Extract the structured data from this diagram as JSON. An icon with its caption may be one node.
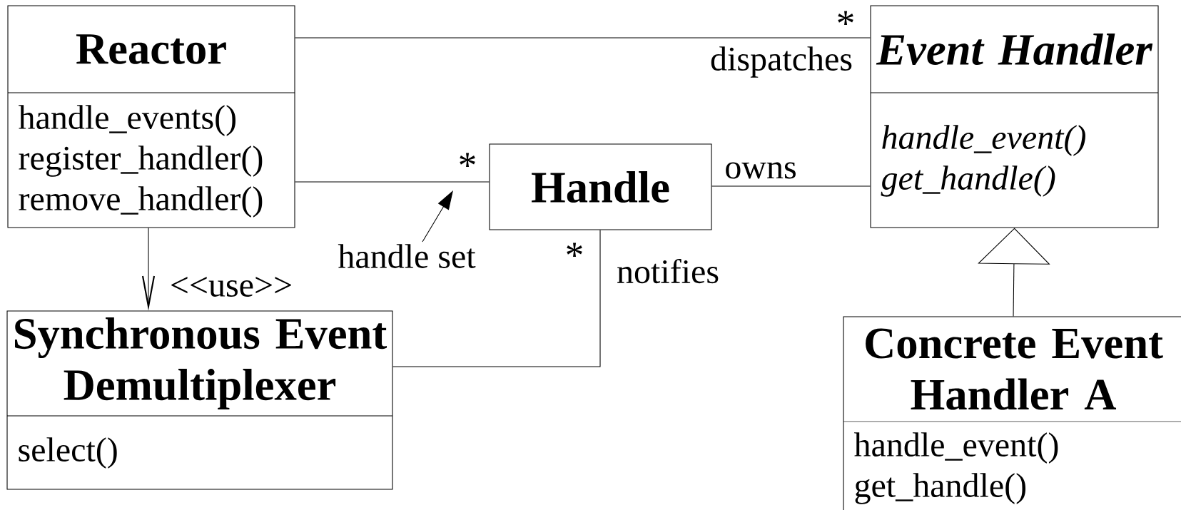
{
  "diagram": {
    "nodes": [
      {
        "text": [
          "Reactor",
          "handle_events()",
          "register_handler()",
          "remove_handler()"
        ]
      },
      {
        "text": [
          "Event Handler",
          "handle_event()",
          "get_handle()"
        ]
      },
      {
        "text": [
          "Handle"
        ]
      },
      {
        "text": [
          "Synchronous Event Demultiplexer",
          "select()"
        ]
      },
      {
        "text": [
          "Concrete Event Handler A",
          "handle_event()",
          "get_handle()"
        ]
      },
      {
        "text": [
          "handle set"
        ]
      }
    ],
    "edges": [
      {
        "from": 0,
        "to": 1,
        "arrow": "none",
        "label": "dispatches"
      },
      {
        "from": 0,
        "to": 2,
        "arrow": "none"
      },
      {
        "from": 2,
        "to": 1,
        "arrow": "none",
        "label": "owns"
      },
      {
        "from": 2,
        "to": 3,
        "arrow": "none",
        "label": "notifies"
      },
      {
        "from": 0,
        "to": 3,
        "arrow": "to",
        "label": "<<use>>"
      },
      {
        "from": 4,
        "to": 1,
        "arrow": "to"
      },
      {
        "from": 5,
        "to": null,
        "arrow": "to"
      }
    ],
    "labels": [
      "*",
      "*",
      "*"
    ]
  }
}
